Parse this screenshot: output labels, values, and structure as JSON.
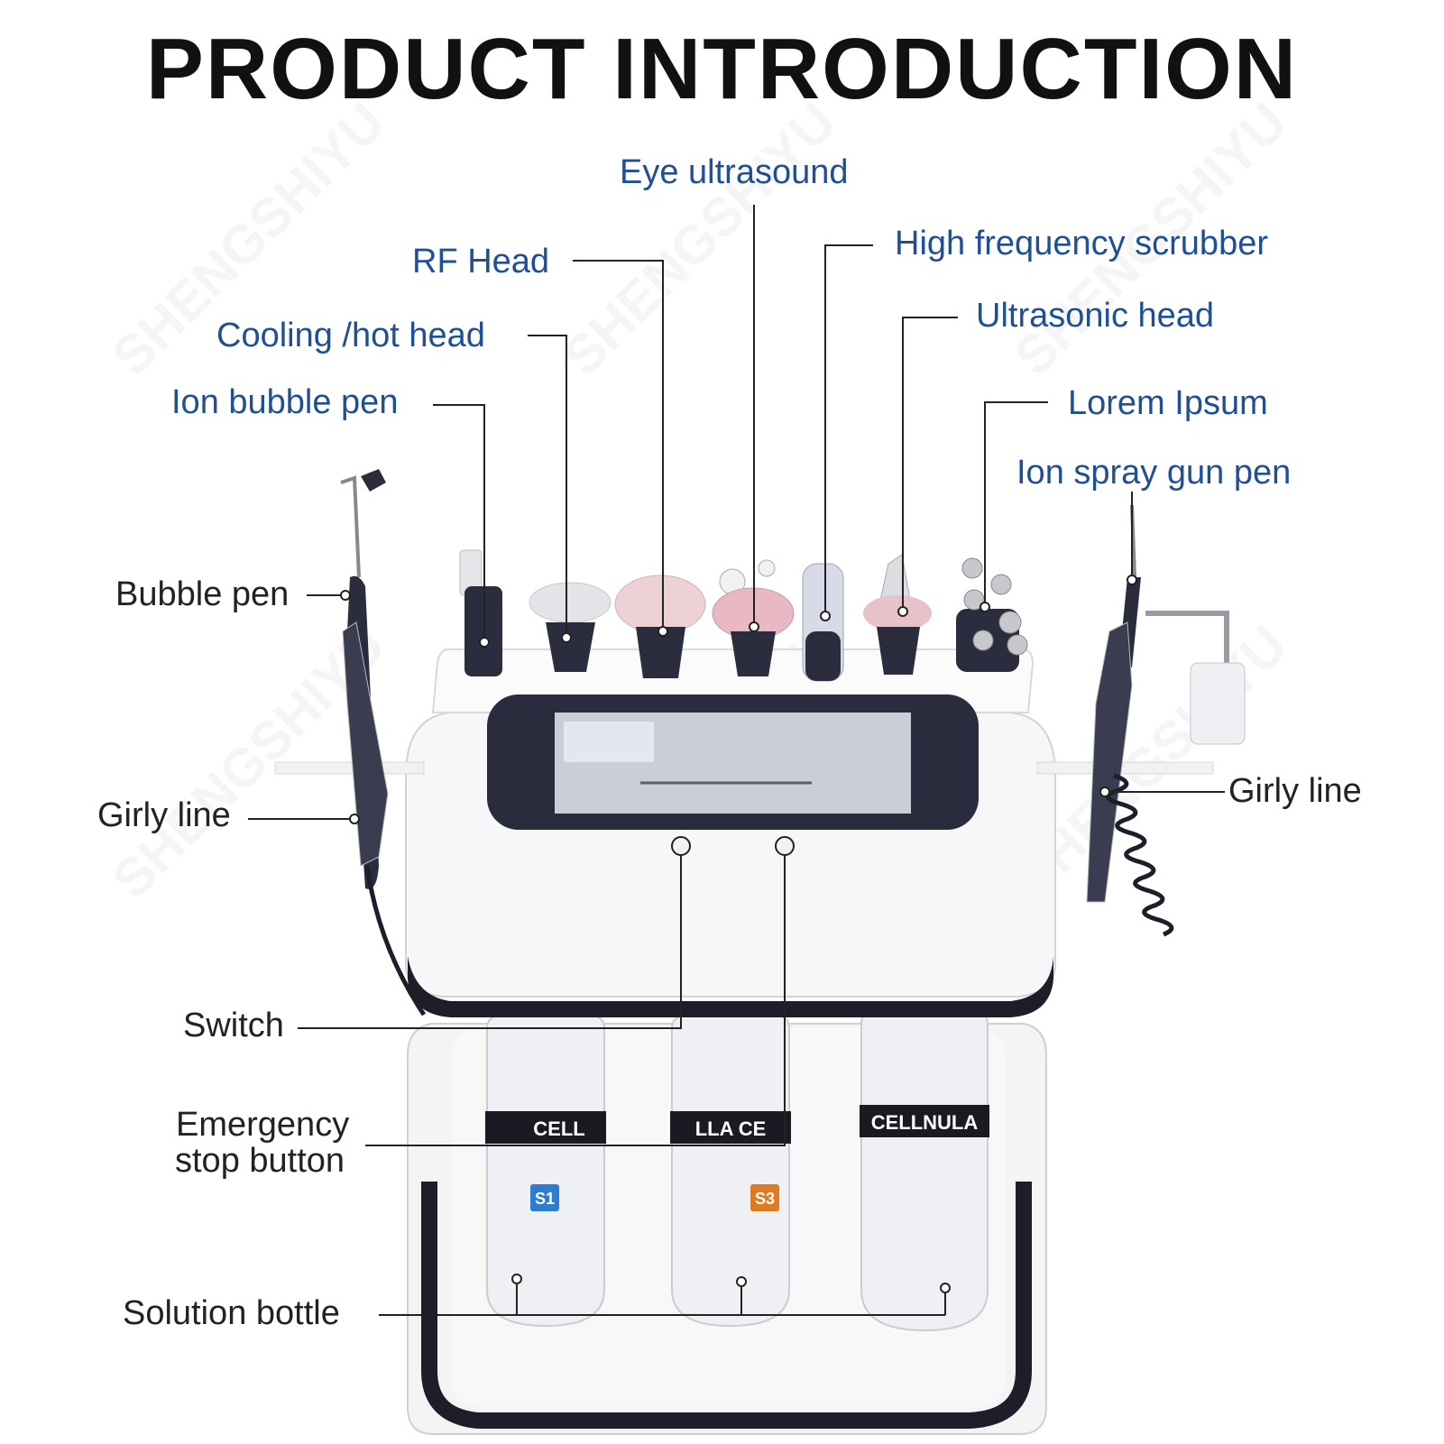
{
  "title": "PRODUCT INTRODUCTION",
  "colors": {
    "top_labels": "#1f4f95",
    "side_labels": "#222222",
    "leader_lines": "#222222"
  },
  "watermark": "SHENGSHIYU",
  "labels": {
    "eye_ultrasound": "Eye ultrasound",
    "rf_head": "RF Head",
    "high_frequency_scrubber": "High frequency scrubber",
    "cooling_hot_head": "Cooling /hot head",
    "ultrasonic_head": "Ultrasonic head",
    "ion_bubble_pen": "Ion bubble pen",
    "lorem_ipsum": "Lorem Ipsum",
    "ion_spray_gun_pen": "Ion spray gun pen",
    "bubble_pen": "Bubble pen",
    "girly_line_left": "Girly line",
    "girly_line_right": "Girly line",
    "switch": "Switch",
    "emergency_line1": "Emergency",
    "emergency_line2": "stop button",
    "solution_bottle": "Solution bottle"
  },
  "bottle_labels": [
    "CELL",
    "LLA  CE",
    "CELLNULA"
  ],
  "bottle_badges": [
    "S1",
    "S3"
  ]
}
